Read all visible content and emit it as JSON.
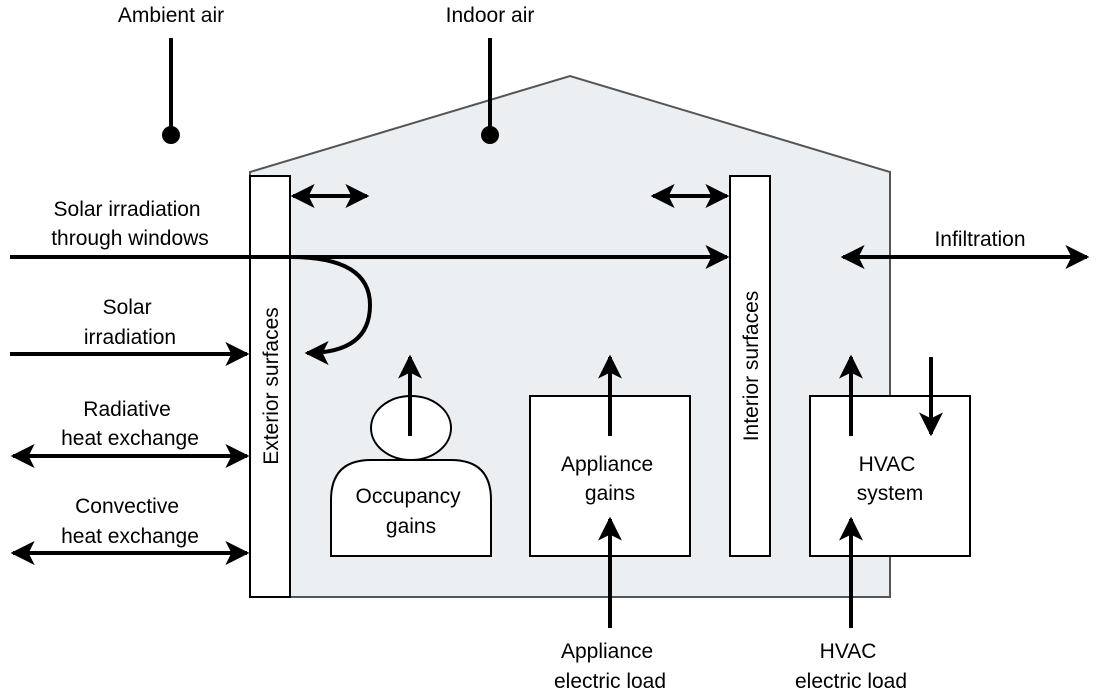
{
  "labels": {
    "ambient_air": "Ambient air",
    "indoor_air": "Indoor air",
    "solar_windows": [
      "Solar irradiation",
      "through windows"
    ],
    "solar": [
      "Solar",
      "irradiation"
    ],
    "radiative": [
      "Radiative",
      "heat exchange"
    ],
    "convective": [
      "Convective",
      "heat exchange"
    ],
    "infiltration": "Infiltration",
    "exterior_surfaces": "Exterior surfaces",
    "interior_surfaces": "Interior surfaces",
    "occupancy": [
      "Occupancy",
      "gains"
    ],
    "appliance_gains": [
      "Appliance",
      "gains"
    ],
    "hvac_system": [
      "HVAC",
      "system"
    ],
    "appliance_load": [
      "Appliance",
      "electric load"
    ],
    "hvac_load": [
      "HVAC",
      "electric load"
    ]
  },
  "colors": {
    "house_fill": "#eceff2",
    "house_stroke": "#555555",
    "box_fill": "#ffffff",
    "line": "#000000"
  }
}
